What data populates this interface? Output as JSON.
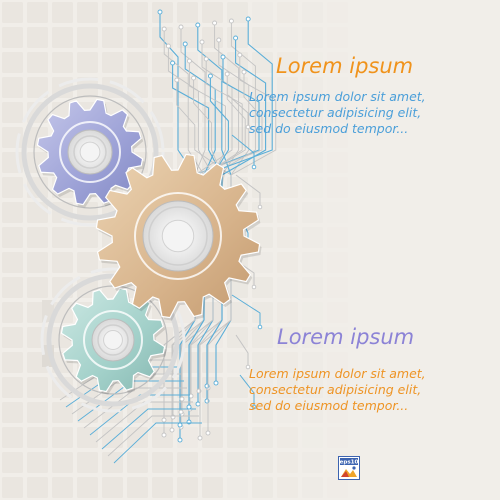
{
  "blocks": [
    {
      "title": "Lorem ipsum",
      "lines": [
        "Lorem ipsum dolor sit amet,",
        "consectetur adipisicing elit,",
        "sed do eiusmod tempor..."
      ]
    },
    {
      "title": "Lorem ipsum",
      "lines": [
        "Lorem ipsum dolor sit amet,",
        "consectetur adipisicing elit,",
        "sed do eiusmod tempor..."
      ]
    }
  ],
  "badge": {
    "label": "eps10"
  },
  "colors": {
    "background": "#f1eee9",
    "tile": "#e9e5df",
    "title_orange": "#f0931c",
    "title_violet": "#8c83d6",
    "body_blue": "#4b9fd9",
    "body_orange": "#ee9425",
    "gear_violet": "#a3a7d8",
    "gear_tan": "#d8b68e",
    "gear_mint": "#a4d2cb",
    "circuit_blue": "#5aaed8",
    "circuit_gray": "#c4c4c4"
  }
}
